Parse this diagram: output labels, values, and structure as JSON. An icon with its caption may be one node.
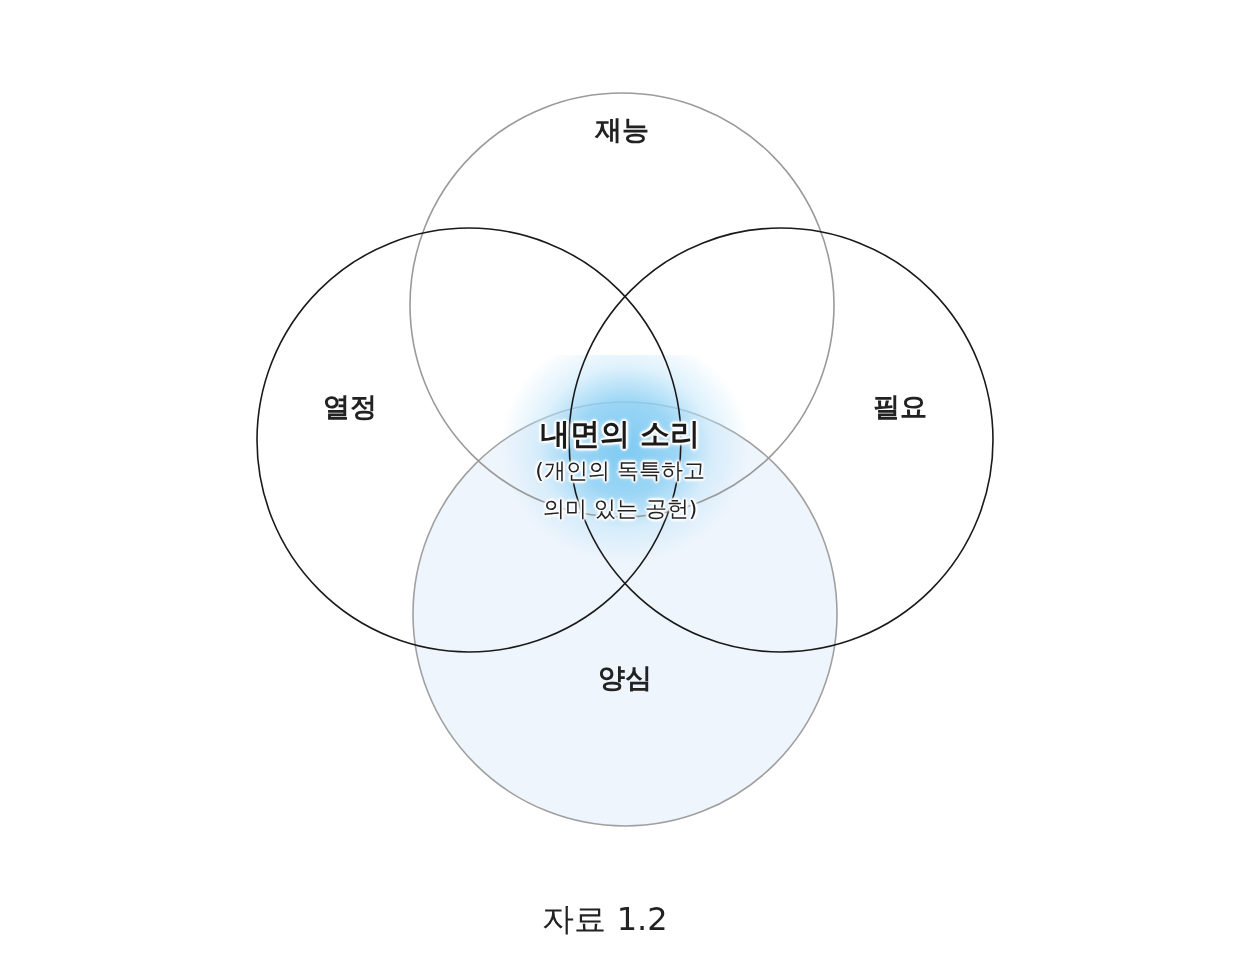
{
  "diagram": {
    "caption": "자료 1.2",
    "nodes": [
      {
        "text": [
          "재능"
        ]
      },
      {
        "text": [
          "열정"
        ]
      },
      {
        "text": [
          "필요"
        ]
      },
      {
        "text": [
          "내면의 소리",
          "(개인의 독특하고 의미 있는 공헌)"
        ]
      },
      {
        "text": [
          "양심"
        ]
      }
    ]
  }
}
